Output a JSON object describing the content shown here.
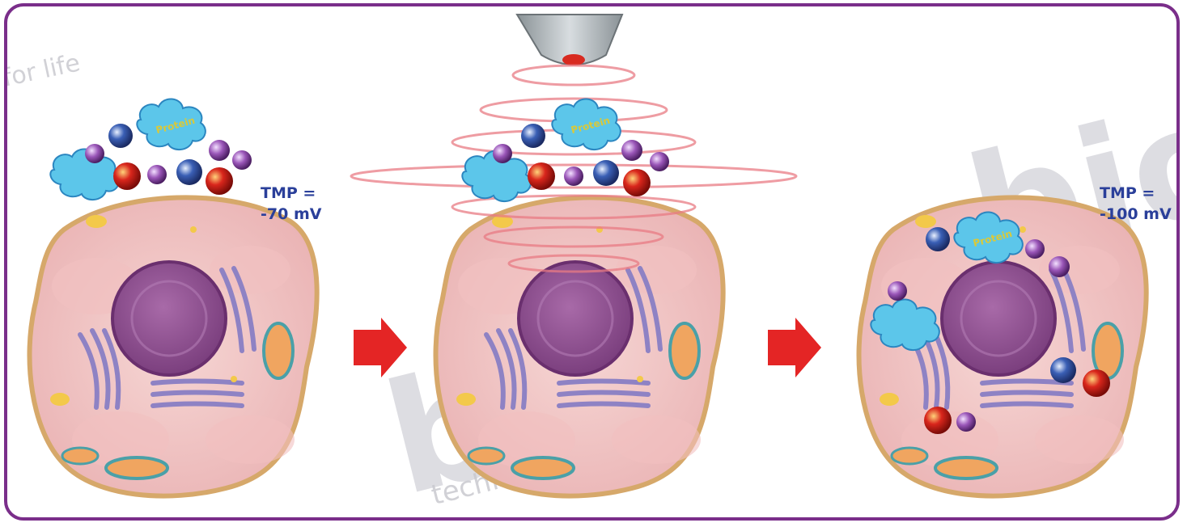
{
  "panels": [
    {
      "tmp_label": "TMP =",
      "tmp_value": "-70 mV"
    },
    {
      "tmp_label": "",
      "tmp_value": ""
    },
    {
      "tmp_label": "TMP =",
      "tmp_value": "-100 mV"
    }
  ],
  "molecule_label": "Protein",
  "watermark": {
    "brand": "bio",
    "tagline": "technologies for life",
    "corner": "for life"
  },
  "colors": {
    "border": "#7a2e8a",
    "arrow": "#e42525",
    "text": "#2a3f9a",
    "cell": "#f2c8c8",
    "nucleus": "#8e4f8f"
  }
}
